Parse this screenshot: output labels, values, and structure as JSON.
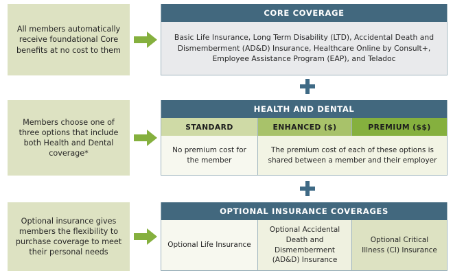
{
  "colors": {
    "header_bar": "#42687e",
    "callout_bg": "#dde2c2",
    "arrow_green": "#85b03e",
    "tier_standard": "#cfdaa6",
    "tier_enhanced": "#a8c26a",
    "tier_premium": "#85b03e",
    "core_body_bg": "#e9eaec",
    "cell_cream": "#f7f8ef",
    "border": "#9fb4bd",
    "plus_color": "#3f6a85"
  },
  "connectors": {
    "plus_symbol": "+",
    "arrow_name": "right-arrow"
  },
  "sections": [
    {
      "id": "core",
      "callout": "All members automatically receive foundational Core benefits at no cost to them",
      "header": "CORE COVERAGE",
      "body": "Basic Life Insurance, Long Term Disability (LTD), Accidental Death and Dismemberment (AD&D) Insurance, Healthcare Online by Consult+, Employee Assistance Program (EAP), and Teladoc",
      "tiers": [],
      "cells": []
    },
    {
      "id": "health-dental",
      "callout": "Members choose one of three options that include both Health and Dental coverage*",
      "header": "HEALTH AND DENTAL",
      "tiers": [
        "STANDARD",
        "ENHANCED ($)",
        "PREMIUM ($$)"
      ],
      "cells": [
        "No premium cost for the member",
        "The premium cost of each of these options is shared between a member and their employer"
      ]
    },
    {
      "id": "optional",
      "callout": "Optional insurance gives members the flexibility to purchase coverage to meet their personal needs",
      "header": "OPTIONAL INSURANCE COVERAGES",
      "tiers": [],
      "cells": [
        "Optional Life Insurance",
        "Optional Accidental Death and Dismemberment (AD&D) Insurance",
        "Optional Critical Illness (CI) Insurance"
      ]
    }
  ]
}
